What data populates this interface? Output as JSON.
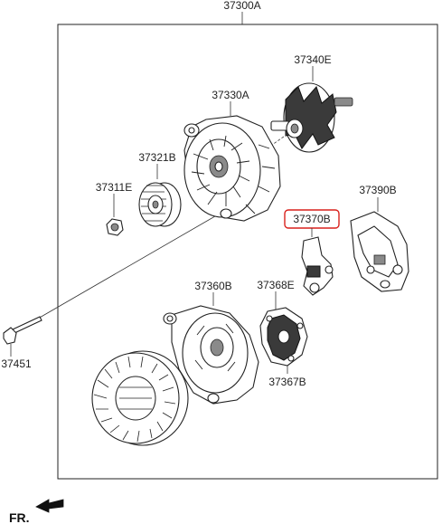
{
  "labels": {
    "assembly": "37300A",
    "rotor": "37340E",
    "front_bracket": "37330A",
    "pulley": "37321B",
    "nut": "37311E",
    "regulator_cover": "37390B",
    "brush_holder": "37370B",
    "rear_bracket": "37360B",
    "rectifier_upper": "37368E",
    "rectifier_lower": "37367B",
    "bolt": "37451",
    "front_indicator": "FR."
  },
  "highlight_color": "#d9211c",
  "icons": {
    "front_arrow": "arrow-left-icon"
  }
}
